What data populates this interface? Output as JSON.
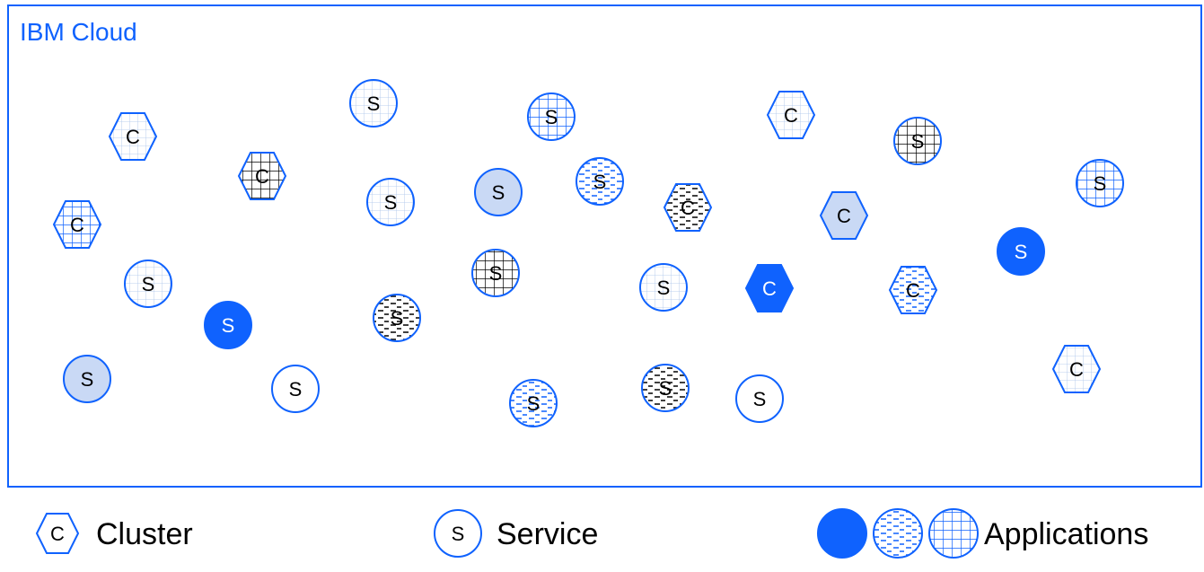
{
  "diagram": {
    "title": "IBM Cloud",
    "colors": {
      "accent": "#0f62fe",
      "light_fill": "#c9d9f5",
      "pattern_blue": "#0f62fe",
      "pattern_black": "#000000",
      "grid_light": "#a9c2ea"
    },
    "nodes": [
      {
        "kind": "cluster",
        "label": "C",
        "style": "light-grid"
      },
      {
        "kind": "service",
        "label": "S",
        "style": "light-grid"
      },
      {
        "kind": "service",
        "label": "S",
        "style": "grid-blue"
      },
      {
        "kind": "cluster",
        "label": "C",
        "style": "light-grid"
      },
      {
        "kind": "service",
        "label": "S",
        "style": "grid-black"
      },
      {
        "kind": "cluster",
        "label": "C",
        "style": "grid-black"
      },
      {
        "kind": "service",
        "label": "S",
        "style": "light-grid"
      },
      {
        "kind": "service",
        "label": "S",
        "style": "filled-light"
      },
      {
        "kind": "service",
        "label": "S",
        "style": "dash-blue"
      },
      {
        "kind": "cluster",
        "label": "C",
        "style": "dash-black"
      },
      {
        "kind": "cluster",
        "label": "C",
        "style": "filled-light"
      },
      {
        "kind": "service",
        "label": "S",
        "style": "grid-blue"
      },
      {
        "kind": "cluster",
        "label": "C",
        "style": "grid-blue"
      },
      {
        "kind": "service",
        "label": "S",
        "style": "light-grid"
      },
      {
        "kind": "service",
        "label": "S",
        "style": "grid-black"
      },
      {
        "kind": "service",
        "label": "S",
        "style": "light-grid"
      },
      {
        "kind": "cluster",
        "label": "C",
        "style": "filled-blue"
      },
      {
        "kind": "cluster",
        "label": "C",
        "style": "dash-blue"
      },
      {
        "kind": "service",
        "label": "S",
        "style": "filled-blue"
      },
      {
        "kind": "service",
        "label": "S",
        "style": "filled-blue"
      },
      {
        "kind": "service",
        "label": "S",
        "style": "dash-black"
      },
      {
        "kind": "service",
        "label": "S",
        "style": "filled-light"
      },
      {
        "kind": "service",
        "label": "S",
        "style": "plain"
      },
      {
        "kind": "service",
        "label": "S",
        "style": "dash-blue"
      },
      {
        "kind": "service",
        "label": "S",
        "style": "dash-black"
      },
      {
        "kind": "service",
        "label": "S",
        "style": "plain"
      },
      {
        "kind": "cluster",
        "label": "C",
        "style": "light-grid"
      }
    ]
  },
  "legend": {
    "cluster": {
      "symbol": "C",
      "label": "Cluster"
    },
    "service": {
      "symbol": "S",
      "label": "Service"
    },
    "applications": {
      "label": "Applications"
    }
  }
}
